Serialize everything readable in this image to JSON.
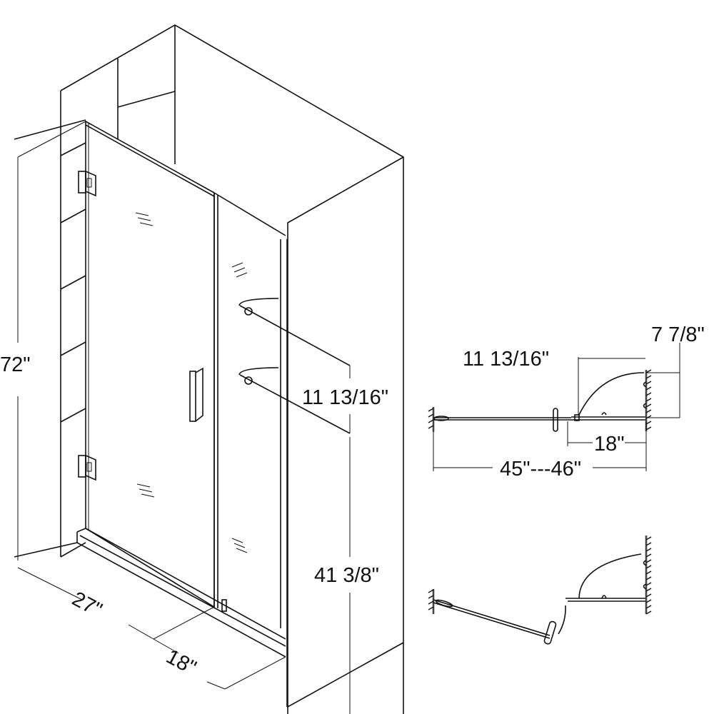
{
  "diagram": {
    "type": "technical-drawing",
    "subject": "Hinged frameless shower door with inline fixed panel and glass shelves",
    "views": [
      {
        "id": "isometric",
        "label": "Isometric view"
      },
      {
        "id": "plan-closed",
        "label": "Plan view - door closed"
      },
      {
        "id": "plan-open",
        "label": "Plan view - door swinging open"
      }
    ]
  },
  "dimensions": {
    "height": "72\"",
    "door_width": "27\"",
    "panel_width": "18\"",
    "shelf_spacing": "11 13/16\"",
    "shelf_bottom_height": "41 3/8\"",
    "plan_shelf_width": "11 13/16\"",
    "plan_shelf_depth": "7 7/8\"",
    "plan_panel_width": "18\"",
    "plan_total_width": "45\"---46\""
  },
  "colors": {
    "line": "#111111",
    "wall": "#444444",
    "background": "#ffffff"
  }
}
